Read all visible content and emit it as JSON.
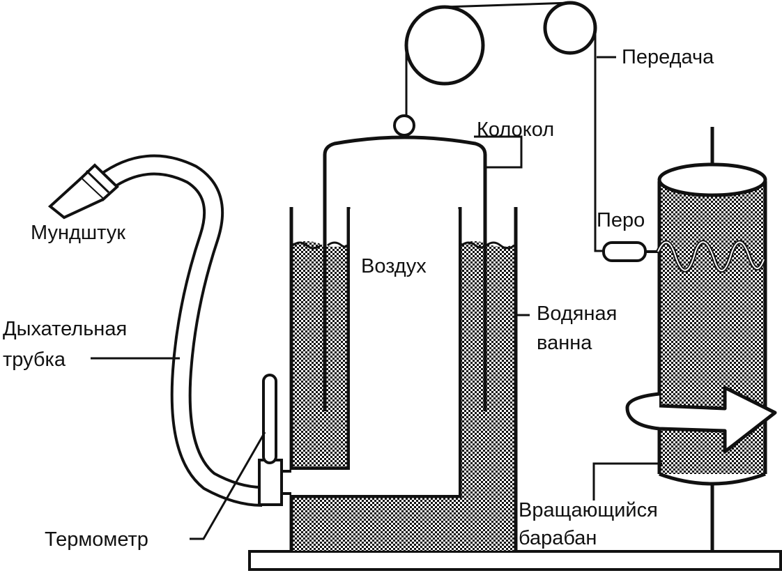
{
  "labels": {
    "mouthpiece": "Мундштук",
    "breathing_tube_line1": "Дыхательная",
    "breathing_tube_line2": "трубка",
    "thermometer": "Термометр",
    "air": "Воздух",
    "bell": "Колокол",
    "transmission": "Передача",
    "pen": "Перо",
    "water_bath_line1": "Водяная",
    "water_bath_line2": "ванна",
    "rotating_drum_line1": "Вращающийся",
    "rotating_drum_line2": "барабан"
  },
  "colors": {
    "ink": "#111111",
    "background": "#ffffff"
  }
}
